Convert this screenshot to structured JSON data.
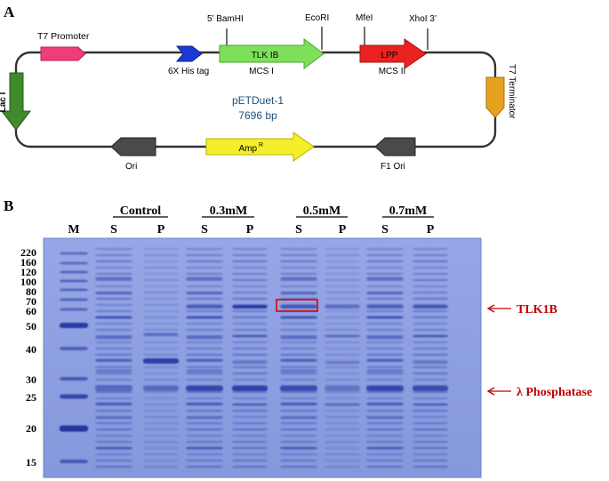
{
  "panel_a": {
    "letter": "A",
    "plasmid_name": "pETDuet-1",
    "plasmid_size": "7696 bp",
    "features": {
      "t7_promoter": "T7 Promoter",
      "his_tag": "6X His tag",
      "bamhi": "5’ BamHI",
      "ecori": "EcoRI",
      "mfei": "MfeI",
      "xhoi": "XhoI 3’",
      "tlk1b": "TLK IB",
      "mcs1": "MCS I",
      "lpp": "LPP",
      "mcs2": "MCS II",
      "t7_terminator": "T7 Terminator",
      "lac_i": "Lac I",
      "ori": "Ori",
      "amp": "Amp",
      "amp_superscript": "R",
      "f1_ori": "F1 Ori"
    },
    "colors": {
      "t7_promoter": "#ee3d7a",
      "his_tag": "#1a3ad6",
      "tlk1b": "#7ee05a",
      "lpp": "#e8231f",
      "t7_terminator": "#e6a21e",
      "lac_i": "#3f8a2a",
      "ori": "#4a4a4a",
      "amp": "#f4ee2a",
      "f1_ori": "#4a4a4a",
      "center_text": "#1f4e79"
    }
  },
  "panel_b": {
    "letter": "B",
    "group_headers": [
      "Control",
      "0.3mM",
      "0.5mM",
      "0.7mM"
    ],
    "lane_labels": [
      "M",
      "S",
      "P",
      "S",
      "P",
      "S",
      "P",
      "S",
      "P"
    ],
    "marker_sizes": [
      "220",
      "160",
      "120",
      "100",
      "80",
      "70",
      "60",
      "50",
      "40",
      "30",
      "25",
      "20",
      "15"
    ],
    "annotations": [
      "TLK1B",
      "λ Phosphatase"
    ],
    "annotation_color": "#c00000",
    "gel_color": "#8b9fe2"
  }
}
